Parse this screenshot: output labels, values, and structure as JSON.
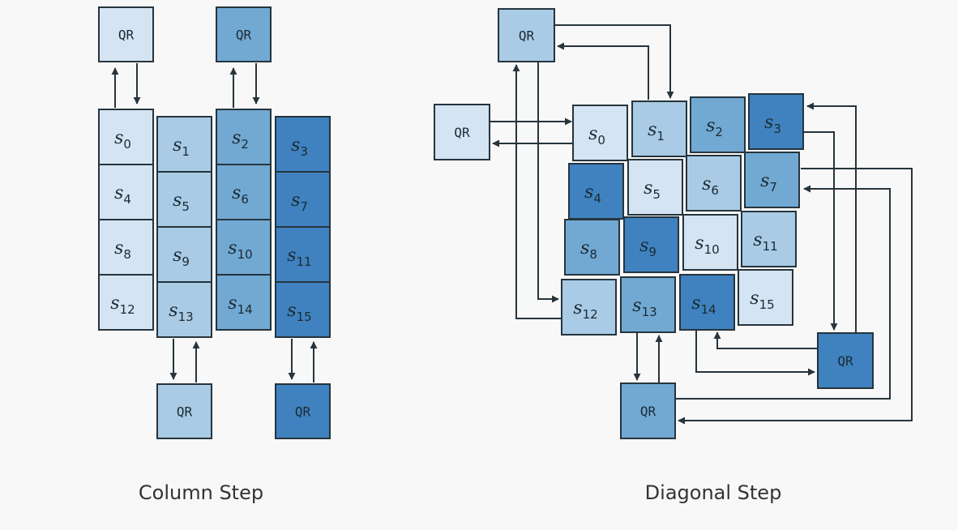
{
  "colors": {
    "level1": "#d4e4f3",
    "level2": "#a9cbe6",
    "level3": "#71a9d3",
    "level4": "#3f82bf"
  },
  "qr_label": "QR",
  "cell_letter": "s",
  "captions": {
    "column": "Column Step",
    "diagonal": "Diagonal Step"
  },
  "column_step": {
    "qr_blocks": [
      {
        "id": "qr-col0",
        "level": "level1"
      },
      {
        "id": "qr-col2",
        "level": "level3"
      },
      {
        "id": "qr-col1",
        "level": "level2"
      },
      {
        "id": "qr-col3",
        "level": "level4"
      }
    ],
    "cells": [
      {
        "index": "0",
        "level": "level1"
      },
      {
        "index": "4",
        "level": "level1"
      },
      {
        "index": "8",
        "level": "level1"
      },
      {
        "index": "12",
        "level": "level1"
      },
      {
        "index": "1",
        "level": "level2"
      },
      {
        "index": "5",
        "level": "level2"
      },
      {
        "index": "9",
        "level": "level2"
      },
      {
        "index": "13",
        "level": "level2"
      },
      {
        "index": "2",
        "level": "level3"
      },
      {
        "index": "6",
        "level": "level3"
      },
      {
        "index": "10",
        "level": "level3"
      },
      {
        "index": "14",
        "level": "level3"
      },
      {
        "index": "3",
        "level": "level4"
      },
      {
        "index": "7",
        "level": "level4"
      },
      {
        "index": "11",
        "level": "level4"
      },
      {
        "index": "15",
        "level": "level4"
      }
    ]
  },
  "diagonal_step": {
    "qr_blocks": [
      {
        "id": "qr-diag-top",
        "level": "level2"
      },
      {
        "id": "qr-diag-left",
        "level": "level1"
      },
      {
        "id": "qr-diag-right",
        "level": "level4"
      },
      {
        "id": "qr-diag-bottom",
        "level": "level3"
      }
    ],
    "cells": [
      {
        "index": "0",
        "level": "level1"
      },
      {
        "index": "1",
        "level": "level2"
      },
      {
        "index": "2",
        "level": "level3"
      },
      {
        "index": "3",
        "level": "level4"
      },
      {
        "index": "4",
        "level": "level4"
      },
      {
        "index": "5",
        "level": "level1"
      },
      {
        "index": "6",
        "level": "level2"
      },
      {
        "index": "7",
        "level": "level3"
      },
      {
        "index": "8",
        "level": "level3"
      },
      {
        "index": "9",
        "level": "level4"
      },
      {
        "index": "10",
        "level": "level1"
      },
      {
        "index": "11",
        "level": "level2"
      },
      {
        "index": "12",
        "level": "level2"
      },
      {
        "index": "13",
        "level": "level3"
      },
      {
        "index": "14",
        "level": "level4"
      },
      {
        "index": "15",
        "level": "level1"
      }
    ]
  }
}
